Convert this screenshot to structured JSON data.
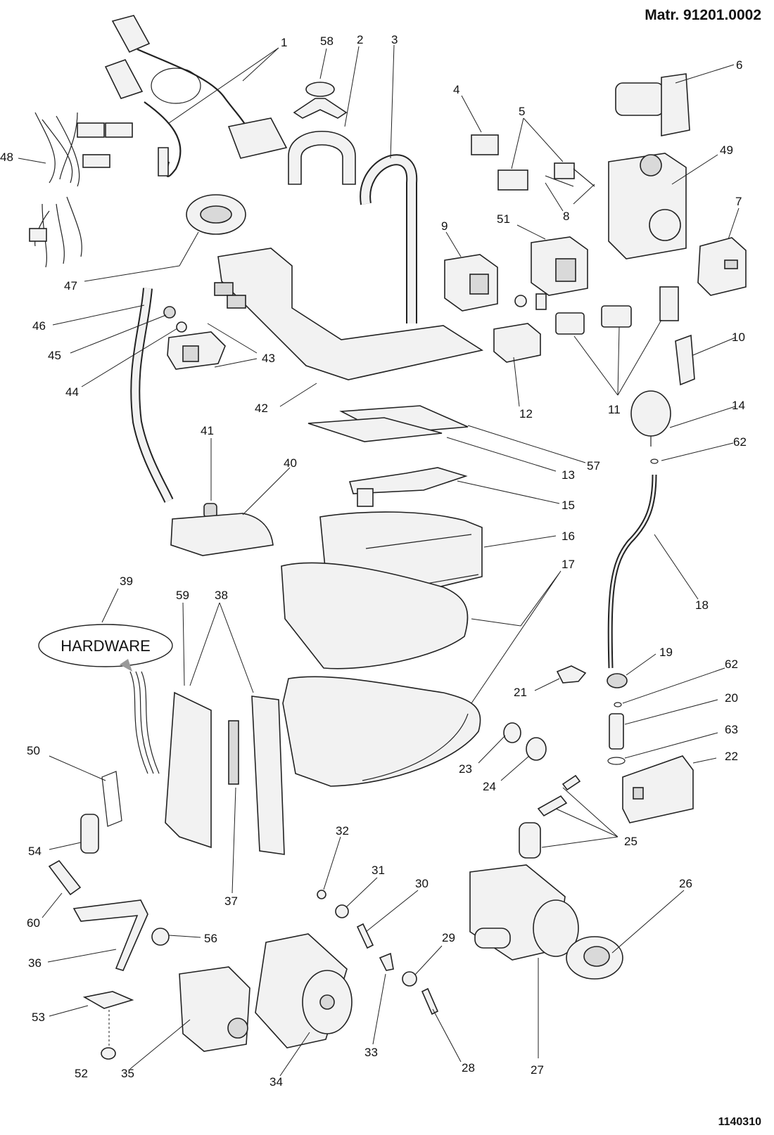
{
  "header": {
    "material_code": "Matr. 91201.0002"
  },
  "footer": {
    "drawing_code": "1140310"
  },
  "hardware_label": "HARDWARE",
  "callouts": [
    {
      "id": "c1",
      "text": "1"
    },
    {
      "id": "c58",
      "text": "58"
    },
    {
      "id": "c2",
      "text": "2"
    },
    {
      "id": "c3",
      "text": "3"
    },
    {
      "id": "c6",
      "text": "6"
    },
    {
      "id": "c4",
      "text": "4"
    },
    {
      "id": "c5",
      "text": "5"
    },
    {
      "id": "c48",
      "text": "48"
    },
    {
      "id": "c49",
      "text": "49"
    },
    {
      "id": "c8",
      "text": "8"
    },
    {
      "id": "c7",
      "text": "7"
    },
    {
      "id": "c9",
      "text": "9"
    },
    {
      "id": "c51",
      "text": "51"
    },
    {
      "id": "c47",
      "text": "47"
    },
    {
      "id": "c46",
      "text": "46"
    },
    {
      "id": "c45",
      "text": "45"
    },
    {
      "id": "c43",
      "text": "43"
    },
    {
      "id": "c44",
      "text": "44"
    },
    {
      "id": "c10",
      "text": "10"
    },
    {
      "id": "c42",
      "text": "42"
    },
    {
      "id": "c12",
      "text": "12"
    },
    {
      "id": "c11",
      "text": "11"
    },
    {
      "id": "c14",
      "text": "14"
    },
    {
      "id": "c41",
      "text": "41"
    },
    {
      "id": "c62a",
      "text": "62"
    },
    {
      "id": "c40",
      "text": "40"
    },
    {
      "id": "c57",
      "text": "57"
    },
    {
      "id": "c13",
      "text": "13"
    },
    {
      "id": "c15",
      "text": "15"
    },
    {
      "id": "c16",
      "text": "16"
    },
    {
      "id": "c17",
      "text": "17"
    },
    {
      "id": "c39",
      "text": "39"
    },
    {
      "id": "c59",
      "text": "59"
    },
    {
      "id": "c38",
      "text": "38"
    },
    {
      "id": "c18",
      "text": "18"
    },
    {
      "id": "c19",
      "text": "19"
    },
    {
      "id": "c62b",
      "text": "62"
    },
    {
      "id": "c21",
      "text": "21"
    },
    {
      "id": "c20",
      "text": "20"
    },
    {
      "id": "c63",
      "text": "63"
    },
    {
      "id": "c50",
      "text": "50"
    },
    {
      "id": "c22",
      "text": "22"
    },
    {
      "id": "c23",
      "text": "23"
    },
    {
      "id": "c24",
      "text": "24"
    },
    {
      "id": "c54",
      "text": "54"
    },
    {
      "id": "c25",
      "text": "25"
    },
    {
      "id": "c32",
      "text": "32"
    },
    {
      "id": "c37",
      "text": "37"
    },
    {
      "id": "c31",
      "text": "31"
    },
    {
      "id": "c30",
      "text": "30"
    },
    {
      "id": "c26",
      "text": "26"
    },
    {
      "id": "c60",
      "text": "60"
    },
    {
      "id": "c56",
      "text": "56"
    },
    {
      "id": "c29",
      "text": "29"
    },
    {
      "id": "c36",
      "text": "36"
    },
    {
      "id": "c53",
      "text": "53"
    },
    {
      "id": "c33",
      "text": "33"
    },
    {
      "id": "c28",
      "text": "28"
    },
    {
      "id": "c27",
      "text": "27"
    },
    {
      "id": "c52",
      "text": "52"
    },
    {
      "id": "c35",
      "text": "35"
    },
    {
      "id": "c34",
      "text": "34"
    }
  ]
}
